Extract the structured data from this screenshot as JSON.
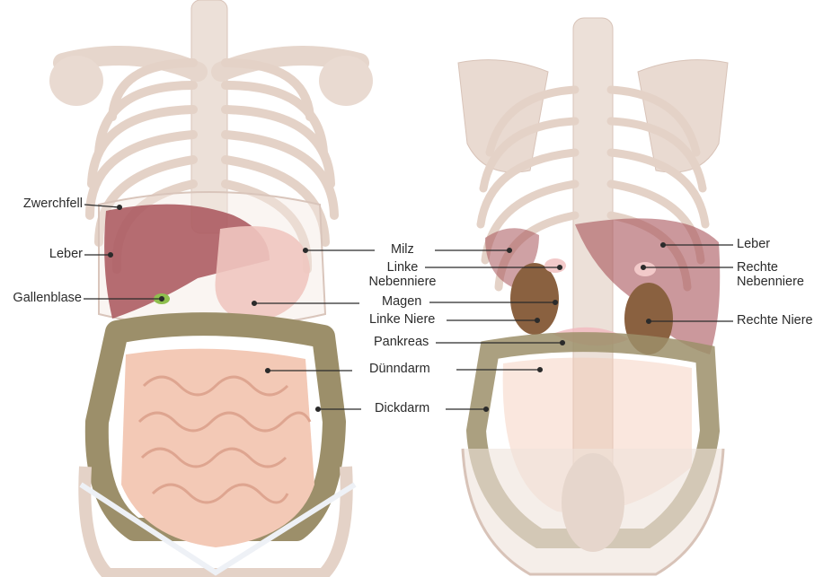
{
  "colors": {
    "bone": "#eadbd3",
    "bone_stroke": "#d8c3b8",
    "liver": "#a8545a",
    "stomach": "#f0c6c0",
    "intestine_small": "#f3c9b6",
    "intestine_large": "#9c8f6a",
    "kidney": "#8a6140",
    "gallbladder": "#8fbf4e",
    "adrenal": "#f2c9c9",
    "pancreas": "#f2b9bf",
    "label_line": "#2b2b2b",
    "label_text": "#2b2b2b"
  },
  "front_view": {
    "labels": {
      "zwerchfell": "Zwerchfell",
      "leber": "Leber",
      "gallenblase": "Gallenblase"
    }
  },
  "center_labels": {
    "milz": "Milz",
    "linke_nebenniere_1": "Linke",
    "linke_nebenniere_2": "Nebenniere",
    "magen": "Magen",
    "linke_niere": "Linke Niere",
    "pankreas": "Pankreas",
    "duenndarm": "Dünndarm",
    "dickdarm": "Dickdarm"
  },
  "back_view": {
    "labels": {
      "leber": "Leber",
      "rechte_nebenniere_1": "Rechte",
      "rechte_nebenniere_2": "Nebenniere",
      "rechte_niere": "Rechte Niere"
    }
  }
}
